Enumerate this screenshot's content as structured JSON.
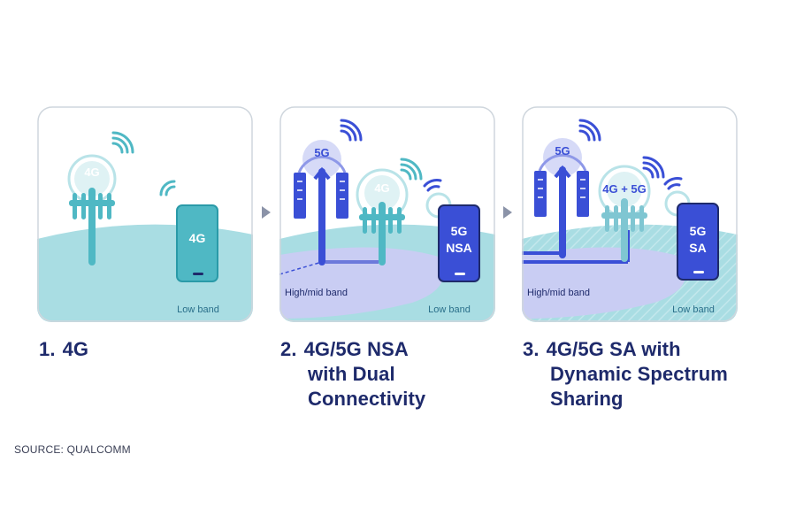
{
  "panels": [
    {
      "tower_label": "4G",
      "phone_label": "4G",
      "band_label": "Low band"
    },
    {
      "tower_5g_label": "5G",
      "tower_4g_label": "4G",
      "phone_line1": "5G",
      "phone_line2": "NSA",
      "high_band_label": "High/mid band",
      "band_label": "Low band"
    },
    {
      "tower_5g_label": "5G",
      "tower_mixed_label": "4G + 5G",
      "phone_line1": "5G",
      "phone_line2": "SA",
      "high_band_label": "High/mid band",
      "band_label": "Low band"
    }
  ],
  "captions": [
    {
      "number": "1.",
      "lines": [
        "4G"
      ]
    },
    {
      "number": "2.",
      "lines": [
        "4G/5G NSA",
        "with Dual",
        "Connectivity"
      ]
    },
    {
      "number": "3.",
      "lines": [
        "4G/5G SA with",
        "Dynamic Spectrum",
        "Sharing"
      ]
    }
  ],
  "source": "SOURCE: QUALCOMM",
  "colors": {
    "navy": "#1e2a6b",
    "blue": "#3a4fd6",
    "teal": "#4fb8c4",
    "light_teal": "#b9e3e8",
    "pale_teal": "#dff2f4",
    "light_blue": "#c9cdf3",
    "panel_border": "#cfd6dd"
  }
}
